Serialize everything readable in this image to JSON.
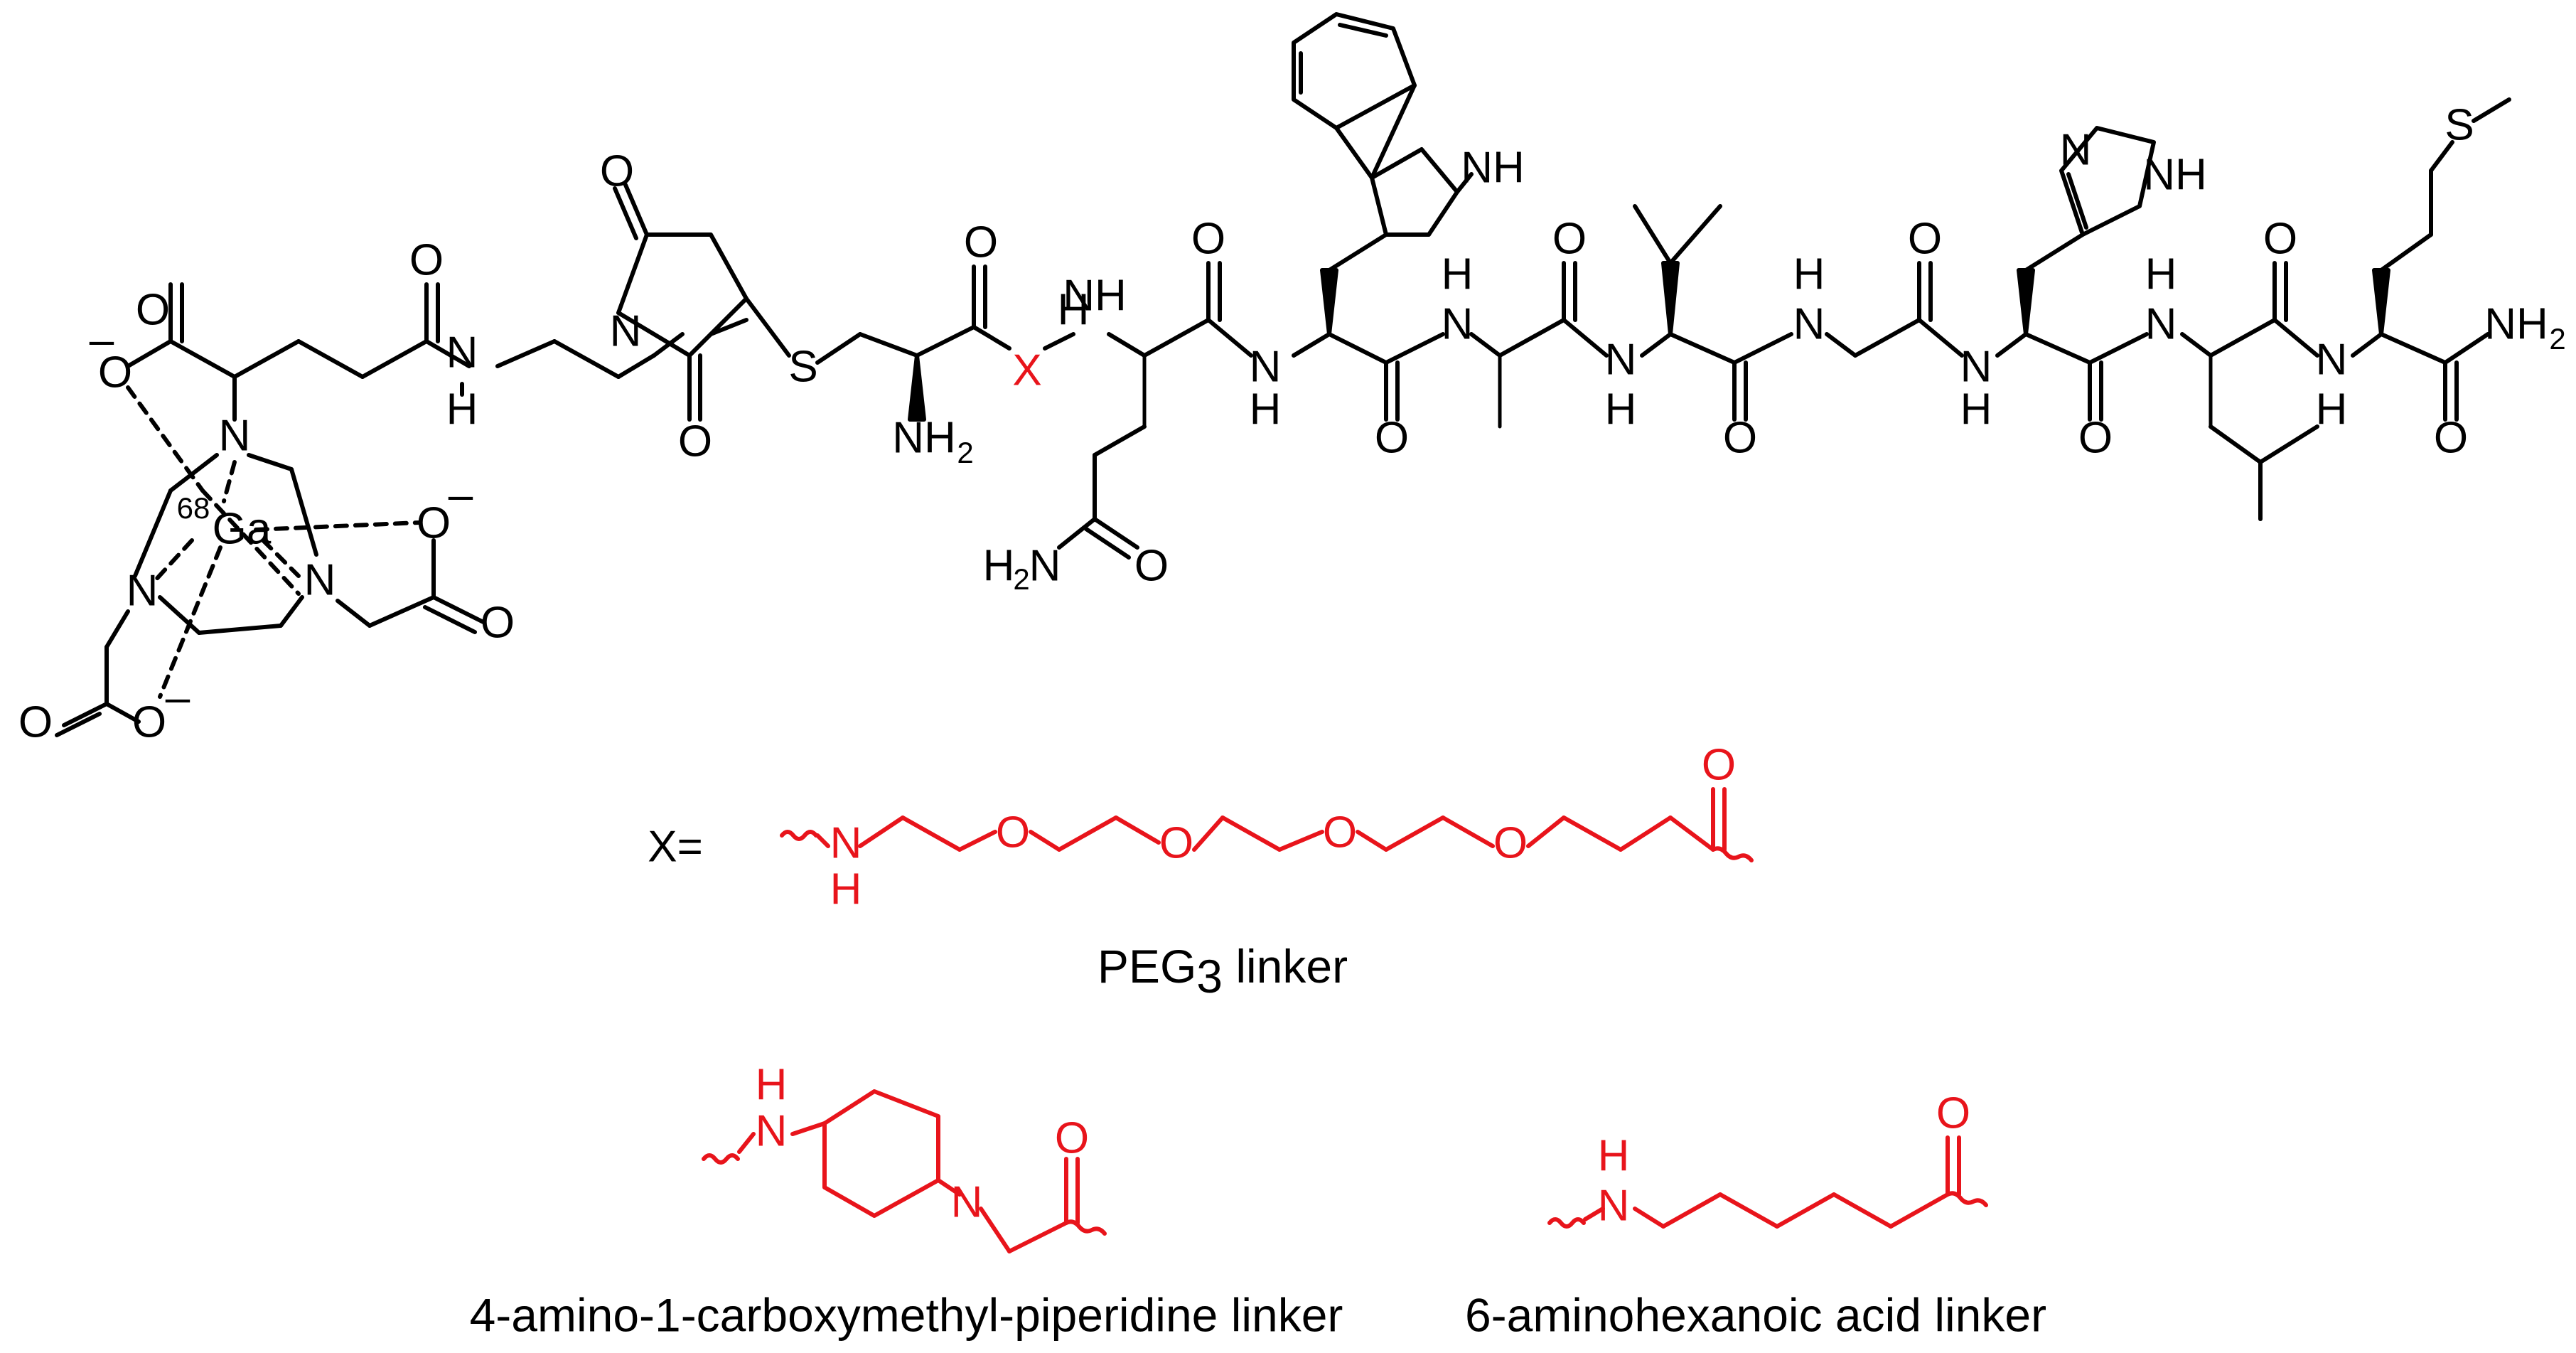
{
  "colors": {
    "linker": "#e8141b",
    "structure": "#000000",
    "background": "#ffffff"
  },
  "atoms": {
    "O": "O",
    "N": "N",
    "S": "S",
    "NH": "NH",
    "H": "H",
    "NH2": "NH",
    "H2N": "H",
    "two": "2",
    "Ga": "Ga",
    "mass_number": "68",
    "minus": "–",
    "X": "X"
  },
  "labels": {
    "x_eq": "X=",
    "peg_pre": "PEG",
    "peg_sub": "3",
    "peg_post": " linker",
    "piperidine": "4-amino-1-carboxymethyl-piperidine linker",
    "hexanoic": "6-aminohexanoic acid linker"
  }
}
